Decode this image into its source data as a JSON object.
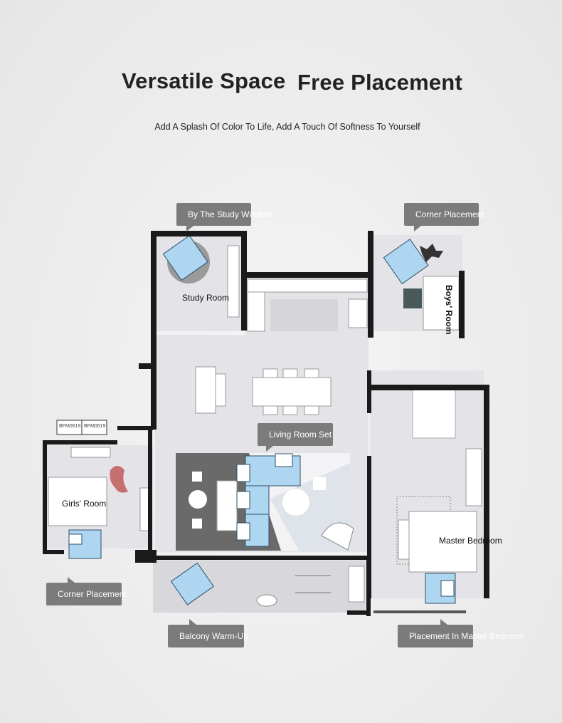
{
  "header": {
    "title_left": "Versatile Space",
    "title_right": "Free Placement",
    "subtitle": "Add A Splash Of Color To Life, Add A Touch Of Softness To Yourself"
  },
  "callouts": {
    "study_window": "By The Study Window",
    "corner_top": "Corner Placement",
    "living_room_set": "Living Room Set",
    "corner_left": "Corner Placement",
    "balcony": "Balcony Warm-Up",
    "master_bedroom_placement": "Placement In Master Bedroom"
  },
  "rooms": {
    "study": "Study Room",
    "boys": "Boys' Room",
    "girls": "Girls' Room",
    "master": "Master Bedroom"
  },
  "window_codes": [
    "BFM0619",
    "BFM0619"
  ],
  "colors": {
    "wall": "#1a1a1a",
    "floor": "#e2e2e6",
    "rug_dark": "#5c5c5c",
    "furniture_blue": "#a9d3ef",
    "callout_bg": "#7b7b7b"
  }
}
